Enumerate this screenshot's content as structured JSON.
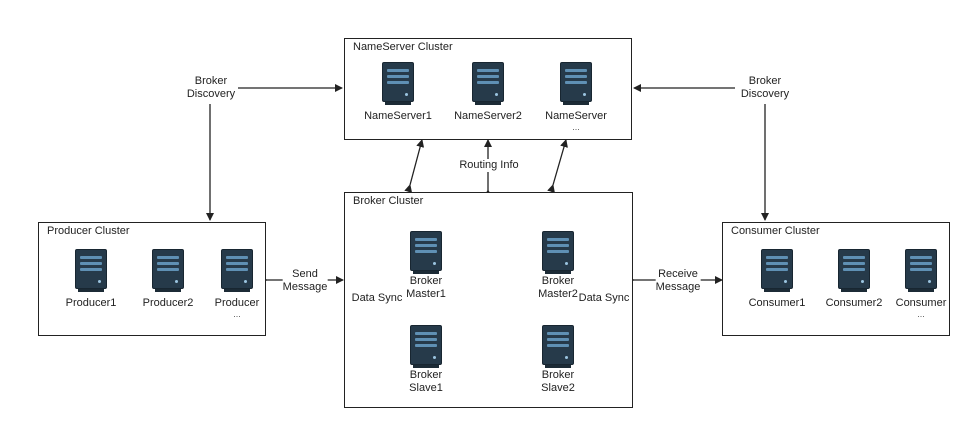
{
  "clusters": {
    "nameserver": {
      "title": "NameServer Cluster",
      "nodes": [
        {
          "label": "NameServer1",
          "sub": ""
        },
        {
          "label": "NameServer2",
          "sub": ""
        },
        {
          "label": "NameServer",
          "sub": "..."
        }
      ]
    },
    "broker": {
      "title": "Broker Cluster",
      "nodes": [
        {
          "label": "Broker",
          "label2": "Master1"
        },
        {
          "label": "Broker",
          "label2": "Master2"
        },
        {
          "label": "Broker",
          "label2": "Slave1"
        },
        {
          "label": "Broker",
          "label2": "Slave2"
        }
      ]
    },
    "producer": {
      "title": "Producer Cluster",
      "nodes": [
        {
          "label": "Producer1",
          "sub": ""
        },
        {
          "label": "Producer2",
          "sub": ""
        },
        {
          "label": "Producer",
          "sub": "..."
        }
      ]
    },
    "consumer": {
      "title": "Consumer Cluster",
      "nodes": [
        {
          "label": "Consumer1",
          "sub": ""
        },
        {
          "label": "Consumer2",
          "sub": ""
        },
        {
          "label": "Consumer",
          "sub": "..."
        }
      ]
    }
  },
  "edges": {
    "broker_discovery_left": {
      "line1": "Broker",
      "line2": "Discovery"
    },
    "broker_discovery_right": {
      "line1": "Broker",
      "line2": "Discovery"
    },
    "routing_info": "Routing Info",
    "send_message": {
      "line1": "Send",
      "line2": "Message"
    },
    "receive_message": {
      "line1": "Receive",
      "line2": "Message"
    },
    "data_sync_left": "Data Sync",
    "data_sync_right": "Data Sync"
  },
  "colors": {
    "server_body": "#263a4a",
    "server_bar": "#5f90b4",
    "line": "#222222"
  }
}
